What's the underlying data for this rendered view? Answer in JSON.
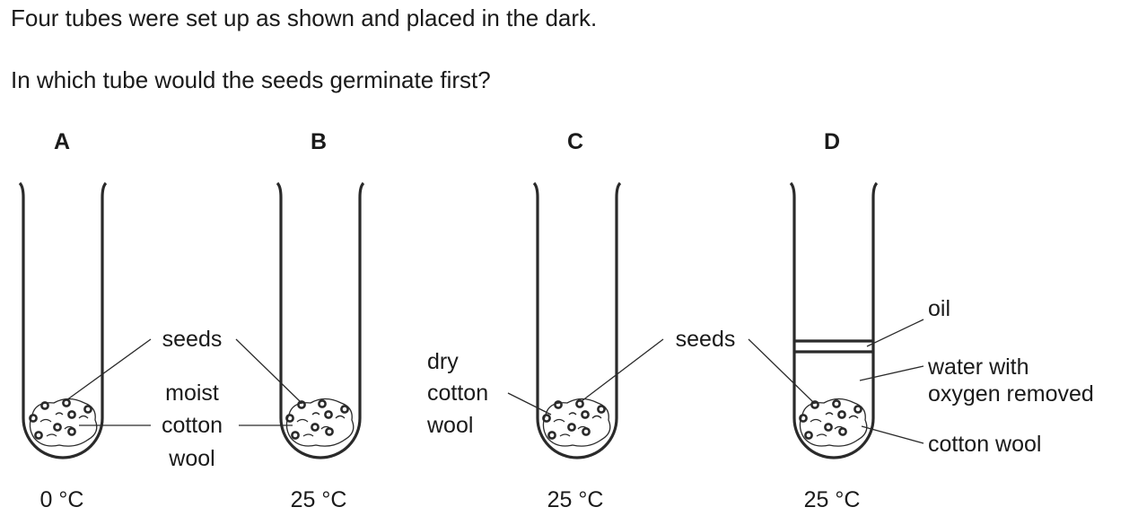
{
  "question": {
    "intro": "Four tubes were set up as shown and placed in the dark.",
    "prompt": "In which tube would the seeds germinate first?"
  },
  "tubes": [
    {
      "letter": "A",
      "temperature": "0 °C"
    },
    {
      "letter": "B",
      "temperature": "25 °C"
    },
    {
      "letter": "C",
      "temperature": "25 °C"
    },
    {
      "letter": "D",
      "temperature": "25 °C"
    }
  ],
  "labels": {
    "seeds_ab": "seeds",
    "moist_1": "moist",
    "moist_2": "cotton",
    "moist_3": "wool",
    "dry_1": "dry",
    "dry_2": "cotton",
    "dry_3": "wool",
    "seeds_cd": "seeds",
    "oil": "oil",
    "water_1": "water with",
    "water_2": "oxygen removed",
    "cotton_wool": "cotton wool"
  }
}
